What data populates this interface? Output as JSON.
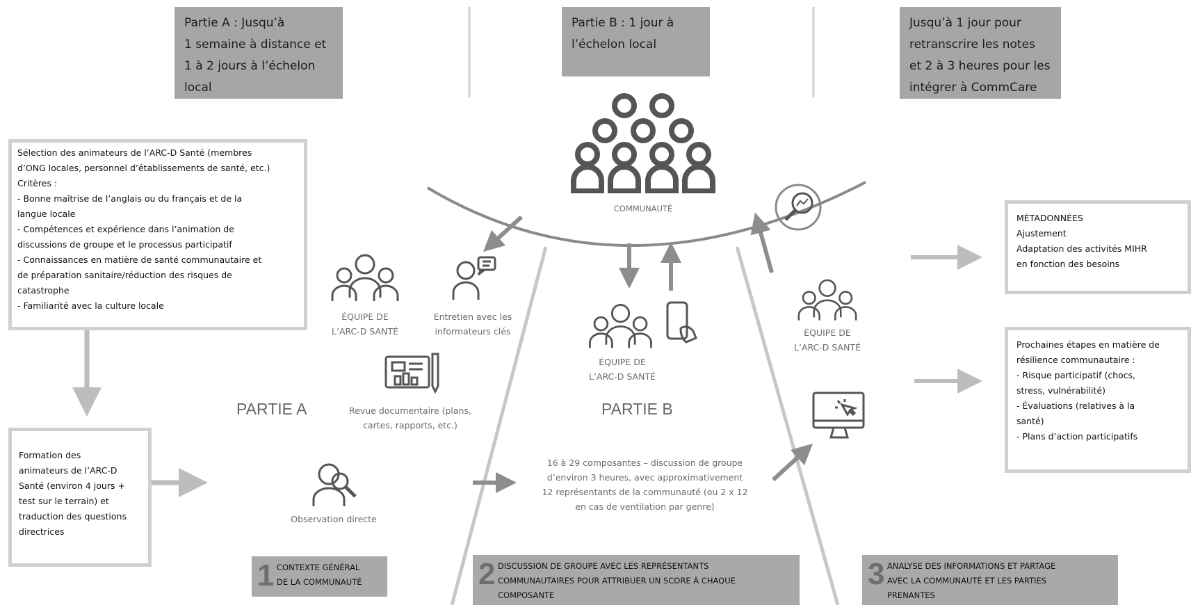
{
  "timeline": {
    "partA": [
      "Partie A : Jusqu’à",
      "1 semaine à distance et",
      "1 à 2 jours à l’échelon",
      "local"
    ],
    "partB": [
      "Partie B : 1 jour à",
      "l’échelon local"
    ],
    "partC": [
      "Jusqu’à 1 jour pour",
      "retranscrire les notes",
      "et 2 à 3 heures pour les",
      "intégrer à CommCare"
    ]
  },
  "selection_box": [
    "Sélection des animateurs de l’ARC-D Santé (membres",
    "d’ONG locales, personnel d’établissements de santé, etc.)",
    "Critères :",
    "- Bonne maîtrise de l’anglais ou du français et de la",
    "langue locale",
    "- Compétences et expérience dans l’animation de",
    "discussions de groupe et le processus participatif",
    "- Connaissances en matière de santé communautaire et",
    "de préparation sanitaire/réduction des risques de",
    "catastrophe",
    "- Familiarité avec la culture locale"
  ],
  "training_box": [
    "Formation des",
    "animateurs de l’ARC-D",
    "Santé (environ 4 jours +",
    "test sur le terrain) et",
    "traduction des questions",
    "directrices"
  ],
  "metadata_box": [
    "MÉTADONNÉES",
    "Ajustement",
    "Adaptation des activités MIHR",
    "en fonction des besoins"
  ],
  "next_steps_box": [
    "Prochaines étapes en matière de",
    "résilience communautaire :",
    "- Risque participatif (chocs,",
    "stress, vulnérabilité)",
    "- Évaluations (relatives à la",
    "santé)",
    "- Plans d’action participatifs"
  ],
  "labels": {
    "community": "COMMUNAUTÉ",
    "team_a": [
      "ÉQUIPE DE",
      "L’ARC-D SANTÉ"
    ],
    "interview": [
      "Entretien avec les",
      "informateurs clés"
    ],
    "doc_review": [
      "Revue documentaire (plans,",
      "cartes, rapports, etc.)"
    ],
    "observation": "Observation directe",
    "team_b": [
      "ÉQUIPE DE",
      "L’ARC-D SANTÉ"
    ],
    "team_c": [
      "ÉQUIPE DE",
      "L’ARC-D SANTÉ"
    ],
    "focus_group": [
      "16 à 29 composantes – discussion de groupe",
      "d’environ 3 heures, avec approximativement",
      "12 représentants de la communauté (ou 2 x 12",
      "en cas de ventilation par genre)"
    ],
    "partie_a": "PARTIE A",
    "partie_b": "PARTIE B"
  },
  "steps": [
    {
      "number": "1",
      "lines": [
        "CONTEXTE GÉNÉRAL",
        "DE LA COMMUNAUTÉ"
      ]
    },
    {
      "number": "2",
      "lines": [
        "DISCUSSION DE GROUPE AVEC LES REPRÉSENTANTS",
        "COMMUNAUTAIRES POUR ATTRIBUER UN SCORE À CHAQUE",
        "COMPOSANTE"
      ]
    },
    {
      "number": "3",
      "lines": [
        "ANALYSE DES INFORMATIONS ET PARTAGE",
        "AVEC LA COMMUNAUTÉ ET LES PARTIES",
        "PRENANTES"
      ]
    }
  ],
  "colors": {
    "grey_box": "#a6a6a6",
    "frame": "#d0d0d0",
    "arrow": "#b8b8b8",
    "dark_arrow": "#8a8a8a",
    "icon": "#555555"
  }
}
